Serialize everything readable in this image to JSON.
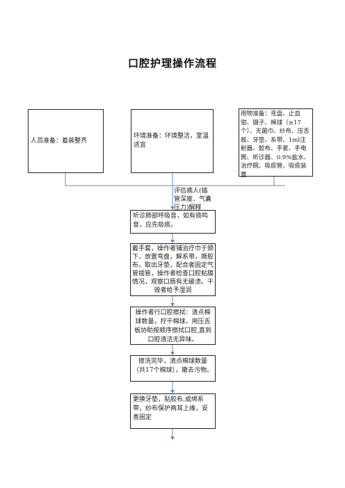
{
  "title": "口腔护理操作流程",
  "prep": {
    "personnel": "人员准备：着装整齐",
    "environment": "环境准备：环境整洁，室温适宜",
    "supplies": "用物准备：弯盘、止血钳、镊子、棉球（≥17个）、无菌巾、纱布、压舌板、牙垫、系带、1ml注射器、胶布、手套、手电筒、听诊器、0.9%盐水、治疗碗、吸痰管、吸痰装置"
  },
  "assess": "评估病人(插管深度、气囊压力)解释",
  "steps": [
    "听诊肺部呼吸音，如有痰鸣音，应先吸痰。",
    "戴手套，操作者铺治疗巾于颌下，放置弯盘，解系带，撕胶布，取出牙垫，配合者固定气管插管，操作者检查口腔粘膜情况，观察口唇有无破溃。干毁者给予湿润",
    "操作者行口腔擦拭：清点棉球数量，拧干棉球，用压舌板协助按顺序擦拭口腔,直到口腔清洁无异味。",
    "擦洗完毕，清点棉球数量（共17个棉球），撤去污物。",
    "更换牙垫，贴胶布,或绑系带，纱布保护两耳上缘，妥善固定"
  ],
  "colors": {
    "connector": "#5b8fc8",
    "border": "#222222"
  }
}
